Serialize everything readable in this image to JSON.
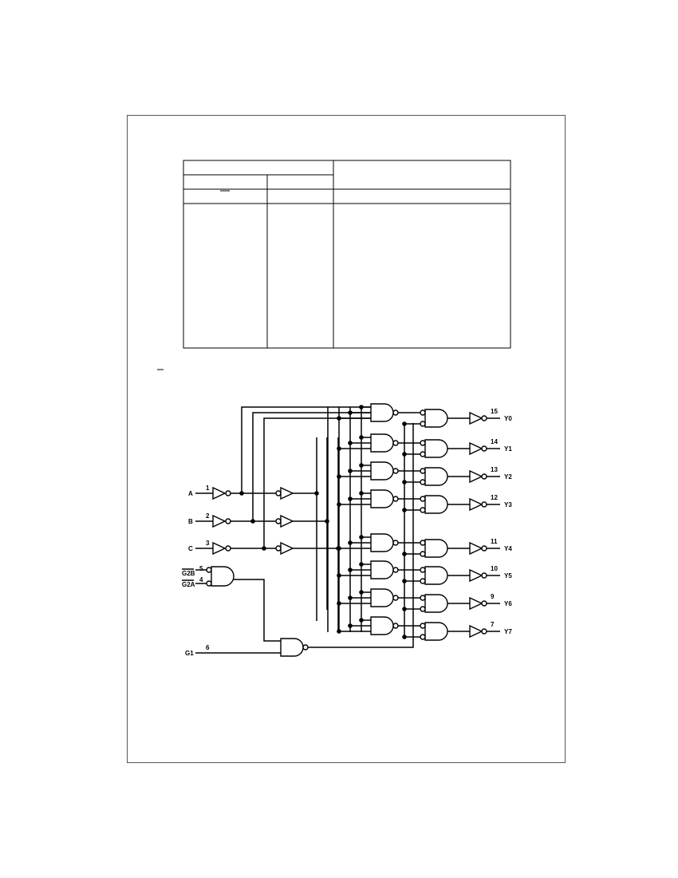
{
  "logic_diagram": {
    "inputs": [
      {
        "name": "A",
        "pin": "1"
      },
      {
        "name": "B",
        "pin": "2"
      },
      {
        "name": "C",
        "pin": "3"
      },
      {
        "name": "G2B",
        "pin": "5"
      },
      {
        "name": "G2A",
        "pin": "4"
      },
      {
        "name": "G1",
        "pin": "6"
      }
    ],
    "outputs": [
      {
        "name": "Y0",
        "pin": "15"
      },
      {
        "name": "Y1",
        "pin": "14"
      },
      {
        "name": "Y2",
        "pin": "13"
      },
      {
        "name": "Y3",
        "pin": "12"
      },
      {
        "name": "Y4",
        "pin": "11"
      },
      {
        "name": "Y5",
        "pin": "10"
      },
      {
        "name": "Y6",
        "pin": "9"
      },
      {
        "name": "Y7",
        "pin": "7"
      }
    ]
  }
}
